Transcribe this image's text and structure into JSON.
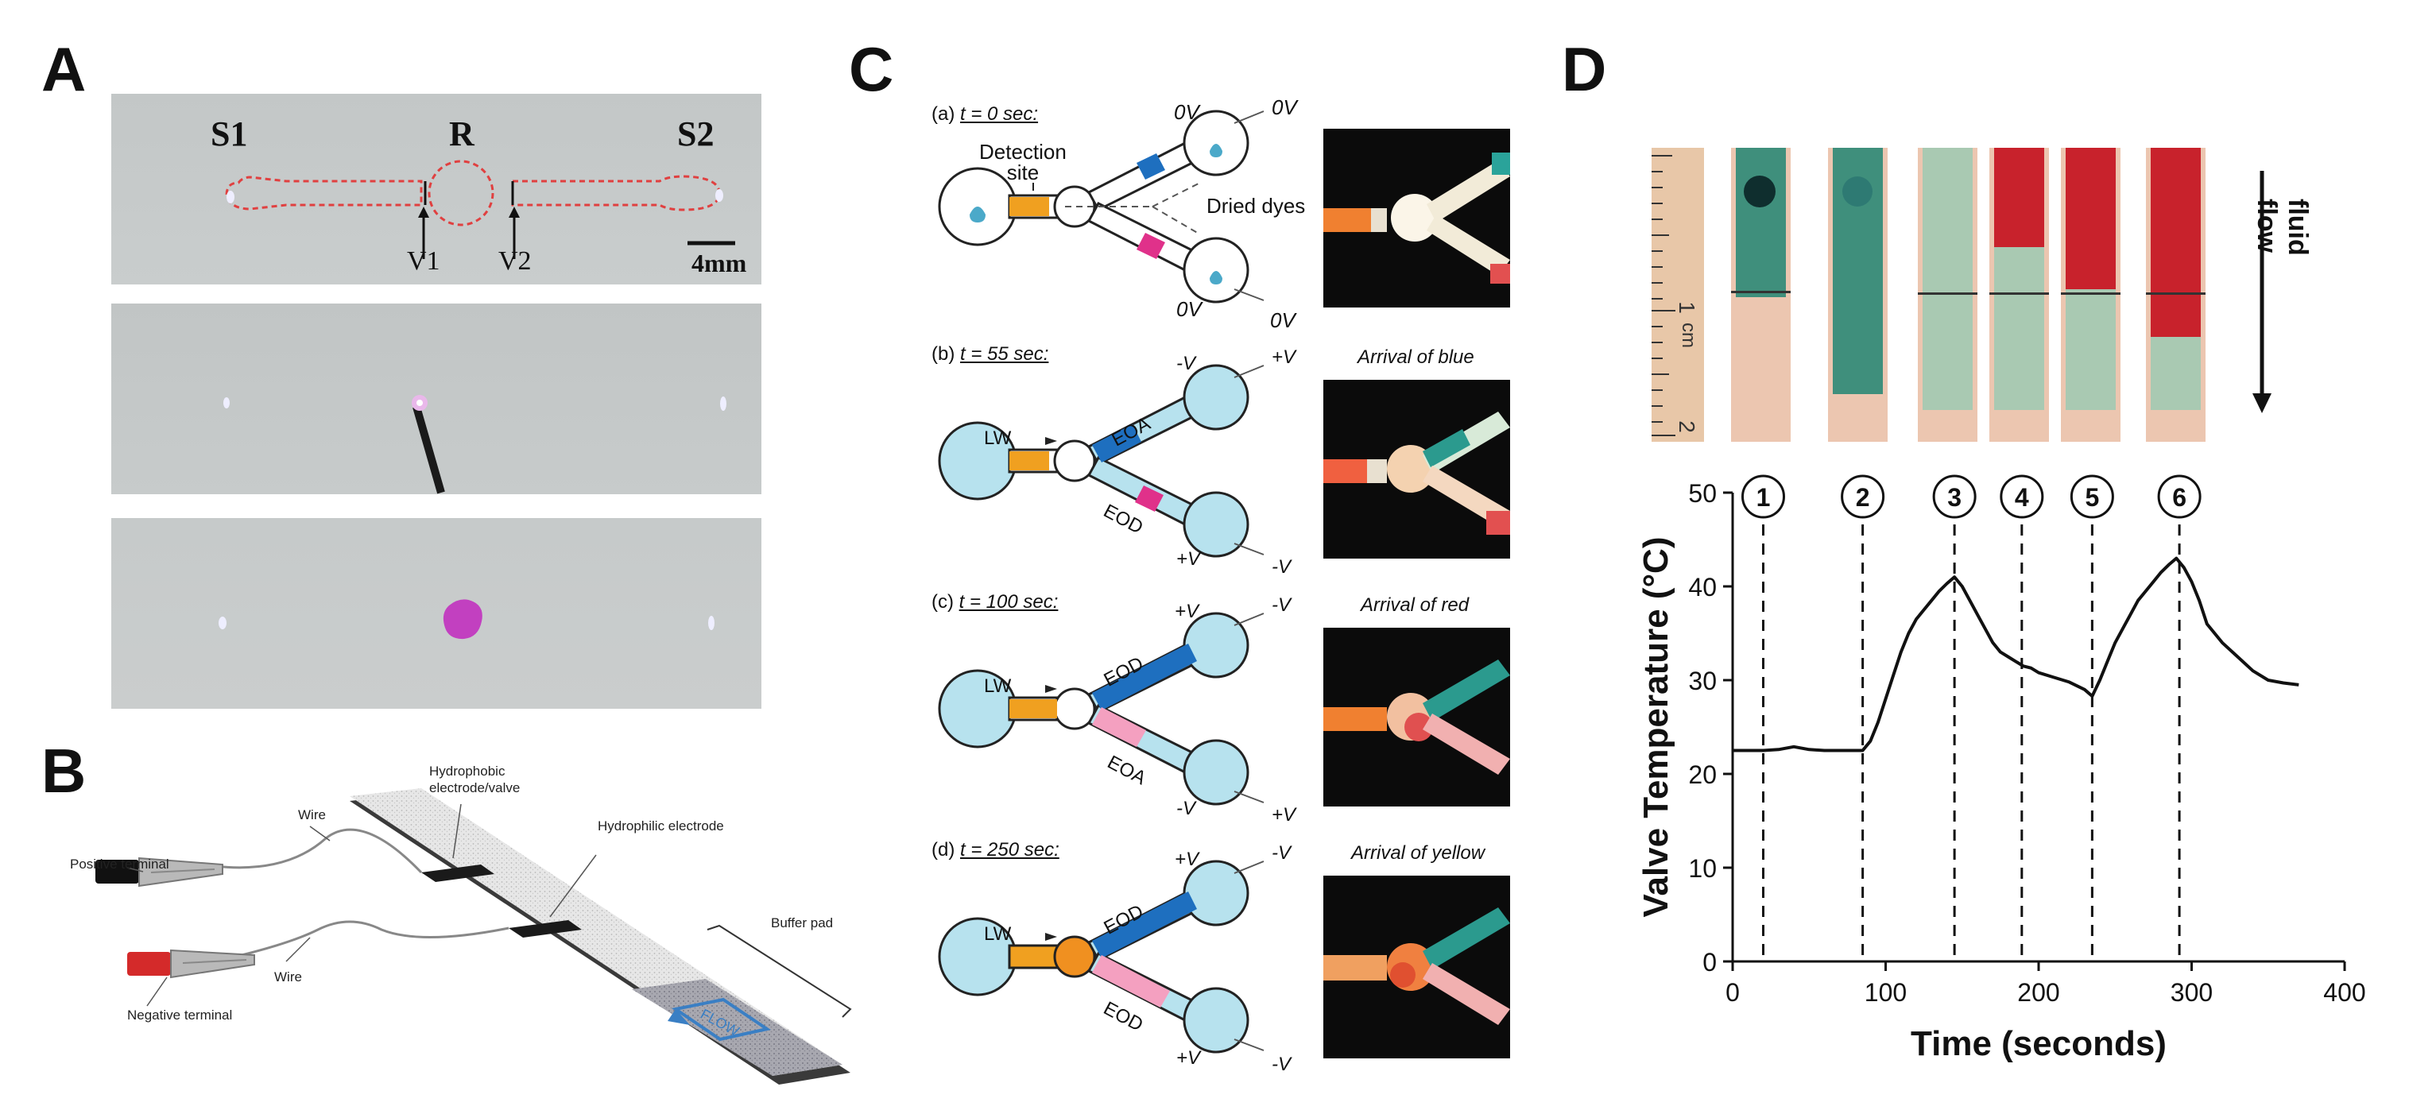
{
  "panels": {
    "a": {
      "letter": "A",
      "labels": {
        "s1": "S1",
        "r": "R",
        "s2": "S2",
        "v1": "V1",
        "v2": "V2",
        "scale": "4mm"
      }
    },
    "b": {
      "letter": "B",
      "labels": {
        "hydrophobic": "Hydrophobic\nelectrode/valve",
        "hydrophilic": "Hydrophilic electrode",
        "wire_top": "Wire",
        "wire_bottom": "Wire",
        "positive": "Positive terminal",
        "negative": "Negative terminal",
        "buffer_pad": "Buffer pad",
        "flow": "FLOW"
      },
      "colors": {
        "positive_clip": "#111111",
        "negative_clip": "#d42a2a",
        "flow_arrow": "#3a7fc4"
      }
    },
    "c": {
      "letter": "C",
      "steps": [
        {
          "label": "(a) ",
          "time": "t = 0 sec:",
          "photo_caption": ""
        },
        {
          "label": "(b) ",
          "time": "t = 55 sec:",
          "photo_caption": "Arrival of blue"
        },
        {
          "label": "(c) ",
          "time": "t = 100 sec:",
          "photo_caption": "Arrival of red"
        },
        {
          "label": "(d) ",
          "time": "t = 250 sec:",
          "photo_caption": "Arrival of yellow"
        }
      ],
      "step_a": {
        "detection_site": "Detection\nsite",
        "dried_dyes": "Dried dyes",
        "voltage": "0V"
      },
      "step_b": {
        "lw": "LW",
        "upper": "EOA",
        "lower": "EOD",
        "plus": "+V",
        "minus": "-V"
      },
      "step_c": {
        "lw": "LW",
        "upper": "EOD",
        "lower": "EOA",
        "plus": "+V",
        "minus": "-V"
      },
      "step_d": {
        "lw": "LW",
        "upper": "EOD",
        "lower": "EOD",
        "plus": "+V",
        "minus": "-V"
      },
      "colors": {
        "blue_dye": "#1e6fbf",
        "red_dye": "#e0318a",
        "yellow_dye": "#f0a020",
        "fluid": "#b7e2ee"
      }
    },
    "d": {
      "letter": "D",
      "ruler_labels": [
        "1",
        "cm",
        "2"
      ],
      "flow_label": "fluid flow",
      "strip_colors": [
        "#3f8f7c",
        "#3f8f7c",
        "#a9c9b2",
        "#c8222c",
        "#c8222c",
        "#c8222c"
      ]
    }
  },
  "chart_data": {
    "type": "line",
    "title": "",
    "xlabel": "Time (seconds)",
    "ylabel": "Valve Temperature (°C)",
    "xlim": [
      0,
      400
    ],
    "ylim": [
      0,
      50
    ],
    "xticks": [
      0,
      100,
      200,
      300,
      400
    ],
    "xtick_labels": [
      "0",
      "100",
      "200",
      "300",
      "400"
    ],
    "yticks": [
      0,
      10,
      20,
      30,
      40,
      50
    ],
    "grid": false,
    "series": [
      {
        "x": [
          0,
          20,
          30,
          40,
          50,
          60,
          70,
          85,
          90,
          95,
          100,
          105,
          110,
          115,
          120,
          125,
          130,
          135,
          140,
          145,
          150,
          155,
          160,
          165,
          170,
          175,
          180,
          185,
          190,
          195,
          200,
          210,
          220,
          230,
          235,
          240,
          245,
          250,
          255,
          260,
          265,
          270,
          275,
          280,
          285,
          290,
          295,
          300,
          305,
          310,
          320,
          330,
          340,
          350,
          360,
          370
        ],
        "y": [
          22.5,
          22.5,
          22.6,
          22.9,
          22.6,
          22.5,
          22.5,
          22.5,
          23.5,
          25.5,
          28,
          30.5,
          33,
          35,
          36.5,
          37.5,
          38.5,
          39.5,
          40.3,
          41,
          40,
          38.5,
          37,
          35.5,
          34,
          33,
          32.5,
          32,
          31.5,
          31.3,
          30.8,
          30.3,
          29.8,
          29,
          28.3,
          30,
          32,
          34,
          35.5,
          37,
          38.5,
          39.5,
          40.5,
          41.5,
          42.3,
          43,
          42,
          40.5,
          38.5,
          36,
          34,
          32.5,
          31,
          30,
          29.7,
          29.5
        ]
      }
    ],
    "events": [
      {
        "label": "1",
        "x": 20
      },
      {
        "label": "2",
        "x": 85
      },
      {
        "label": "3",
        "x": 145
      },
      {
        "label": "4",
        "x": 189
      },
      {
        "label": "5",
        "x": 235
      },
      {
        "label": "6",
        "x": 292
      }
    ]
  }
}
